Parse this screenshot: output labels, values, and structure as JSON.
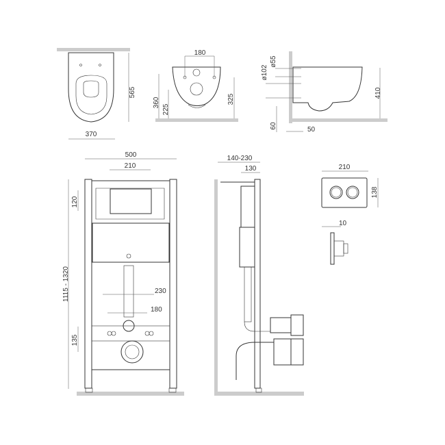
{
  "toilet_top_view": {
    "depth": "565",
    "width": "370"
  },
  "toilet_front_view": {
    "bolt_spacing": "180",
    "inlet_height": "360",
    "outlet_height": "225",
    "bolt_height": "325"
  },
  "toilet_side_view": {
    "inlet_diameter": "ø55",
    "outlet_diameter": "ø102",
    "height": "410",
    "offset_bottom": "60",
    "wall_gap": "50"
  },
  "frame_front_view": {
    "width": "500",
    "panel_width": "210",
    "panel_offset": "120",
    "height_range": "1115 - 1320",
    "bolt_outer": "230",
    "bolt_inner": "180",
    "outlet_height": "135"
  },
  "frame_side_view": {
    "depth_range": "140-230",
    "depth": "130"
  },
  "flush_plate": {
    "width": "210",
    "height": "138",
    "thickness": "10"
  }
}
